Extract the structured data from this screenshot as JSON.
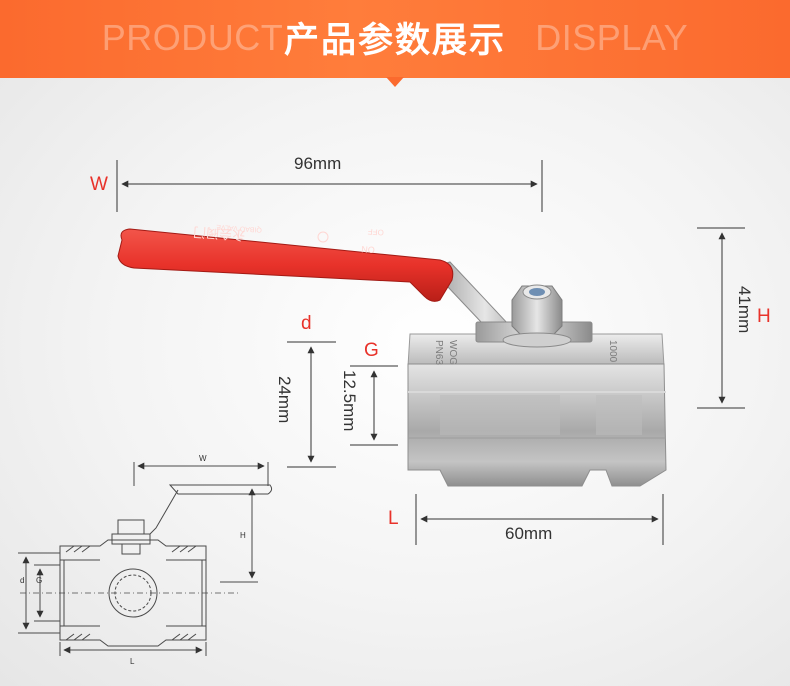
{
  "banner": {
    "ghost_left": "PRODUCT",
    "ghost_right": "DISPLAY",
    "title": "产品参数展示"
  },
  "dimensions": {
    "width_value": "96mm",
    "width_letter": "W",
    "height_value": "41mm",
    "height_letter": "H",
    "length_value": "60mm",
    "length_letter": "L",
    "outer_value": "24mm",
    "outer_letter": "d",
    "thread_value": "12.5mm",
    "thread_letter": "G"
  },
  "handle": {
    "text_on": "ON",
    "text_off": "OFF",
    "brand_cn": "永会阀门",
    "brand_en": "QIBAO VALVE"
  },
  "body_marks": {
    "mark_a": "PN63",
    "mark_b": "WOG",
    "mark_c": "1000"
  },
  "drawing": {
    "w": "W",
    "h": "H",
    "d": "d",
    "g": "G",
    "l": "L"
  },
  "colors": {
    "banner": "#fb6a2e",
    "handle": "#e8322a",
    "dimension_letter": "#e8322a"
  }
}
